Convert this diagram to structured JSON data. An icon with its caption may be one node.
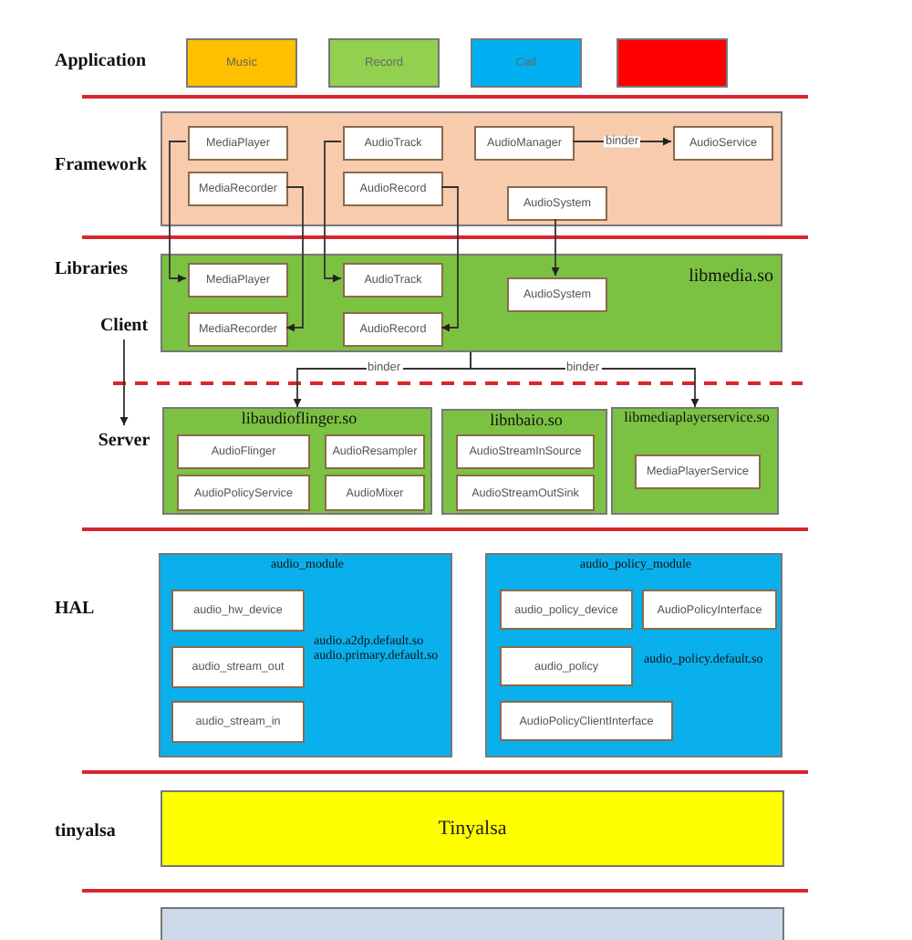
{
  "diagram": {
    "nodes": [
      {
        "text": [
          "Music"
        ]
      },
      {
        "text": [
          "Record"
        ]
      },
      {
        "text": [
          "Call"
        ]
      },
      {
        "text": [],
        "shape": "box"
      },
      {
        "text": [],
        "shape": "box"
      },
      {
        "text": [
          "MediaPlayer"
        ],
        "in": 4
      },
      {
        "text": [
          "AudioTrack"
        ],
        "in": 4
      },
      {
        "text": [
          "AudioManager"
        ],
        "in": 4
      },
      {
        "text": [
          "AudioService"
        ],
        "in": 4
      },
      {
        "text": [
          "MediaRecorder"
        ],
        "in": 4
      },
      {
        "text": [
          "AudioRecord"
        ],
        "in": 4
      },
      {
        "text": [
          "AudioSystem"
        ],
        "in": 4
      },
      {
        "text": [
          "libmedia.so"
        ]
      },
      {
        "text": [
          "MediaPlayer"
        ],
        "in": 12
      },
      {
        "text": [
          "AudioTrack"
        ],
        "in": 12
      },
      {
        "text": [
          "AudioSystem"
        ],
        "in": 12
      },
      {
        "text": [
          "MediaRecorder"
        ],
        "in": 12
      },
      {
        "text": [
          "AudioRecord"
        ],
        "in": 12
      },
      {
        "text": [
          "Client"
        ]
      },
      {
        "text": [
          "Server"
        ]
      },
      {
        "text": [
          "libaudioflinger.so"
        ]
      },
      {
        "text": [
          "AudioFlinger"
        ],
        "in": 20
      },
      {
        "text": [
          "AudioResampler"
        ],
        "in": 20
      },
      {
        "text": [
          "AudioPolicyService"
        ],
        "in": 20
      },
      {
        "text": [
          "AudioMixer"
        ],
        "in": 20
      },
      {
        "text": [
          "libnbaio.so"
        ]
      },
      {
        "text": [
          "AudioStreamInSource"
        ],
        "in": 25
      },
      {
        "text": [
          "AudioStreamOutSink"
        ],
        "in": 25
      },
      {
        "text": [
          "libmediaplayerservice.so"
        ]
      },
      {
        "text": [
          "MediaPlayerService"
        ],
        "in": 28
      },
      {
        "text": [
          "audio_module",
          "audio.a2dp.default.so audio.primary.default.so"
        ]
      },
      {
        "text": [
          "audio_hw_device"
        ],
        "in": 30
      },
      {
        "text": [
          "audio_stream_out"
        ],
        "in": 30
      },
      {
        "text": [
          "audio_stream_in"
        ],
        "in": 30
      },
      {
        "text": [
          "audio_policy_module",
          "audio_policy.default.so"
        ]
      },
      {
        "text": [
          "audio_policy_device"
        ],
        "in": 34
      },
      {
        "text": [
          "AudioPolicyInterface"
        ],
        "in": 34
      },
      {
        "text": [
          "audio_policy"
        ],
        "in": 34
      },
      {
        "text": [
          "AudioPolicyClientInterface"
        ],
        "in": 34
      },
      {
        "text": [
          "Tinyalsa"
        ]
      },
      {
        "text": [],
        "shape": "box"
      }
    ],
    "edges": [
      {
        "from": 5,
        "to": 13,
        "arrow": "to"
      },
      {
        "from": 9,
        "to": 16,
        "arrow": "to"
      },
      {
        "from": 6,
        "to": 14,
        "arrow": "to"
      },
      {
        "from": 10,
        "to": 17,
        "arrow": "to"
      },
      {
        "from": 11,
        "to": 15,
        "arrow": "to"
      },
      {
        "from": 7,
        "to": 8,
        "arrow": "to",
        "label": "binder"
      },
      {
        "from": 12,
        "to": 20,
        "arrow": "to",
        "label": "binder"
      },
      {
        "from": 12,
        "to": 28,
        "arrow": "to",
        "label": "binder"
      },
      {
        "from": 18,
        "to": 19,
        "arrow": "to"
      }
    ],
    "labels": [
      "Application",
      "Framework",
      "Libraries",
      "HAL",
      "tinyalsa"
    ]
  }
}
